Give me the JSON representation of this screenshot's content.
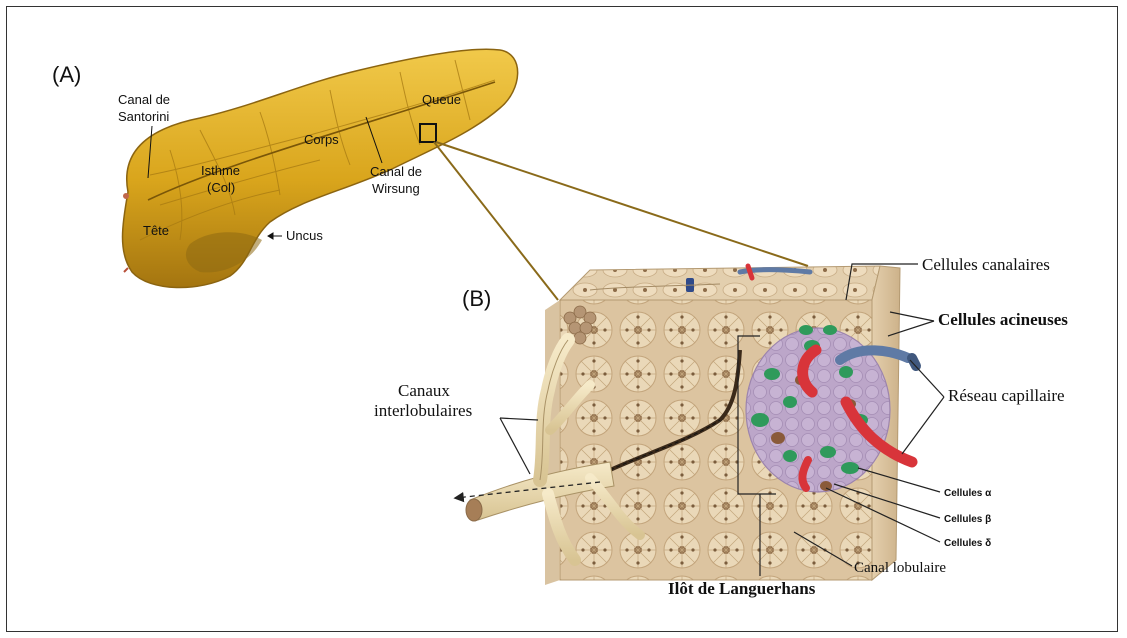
{
  "panel_a": {
    "letter": "(A)",
    "labels": {
      "canal_santorini_1": "Canal de",
      "canal_santorini_2": "Santorini",
      "isthme_1": "Isthme",
      "isthme_2": "(Col)",
      "corps": "Corps",
      "queue": "Queue",
      "wirsung_1": "Canal de",
      "wirsung_2": "Wirsung",
      "tete": "Tête",
      "uncus": "Uncus"
    }
  },
  "panel_b": {
    "letter": "(B)",
    "labels": {
      "canaux_1": "Canaux",
      "canaux_2": "interlobulaires",
      "cellules_canalaires": "Cellules canalaires",
      "cellules_acineuses": "Cellules acineuses",
      "reseau_capillaire": "Réseau capillaire",
      "cellules_alpha": "Cellules α",
      "cellules_beta": "Cellules β",
      "cellules_delta": "Cellules δ",
      "canal_lobulaire": "Canal lobulaire",
      "ilot": "Ilôt de Languerhans"
    }
  },
  "colors": {
    "pancreas": "#d9a51c",
    "tissue": "#e2cba7",
    "islet": "#b9a2c6",
    "alpha": "#2f9a5b",
    "beta": "#c79aa8",
    "delta": "#8a5a3a",
    "capillary_red": "#d8343a",
    "capillary_blue": "#5f7aa5",
    "zoom_lines": "#8a6a1a"
  }
}
